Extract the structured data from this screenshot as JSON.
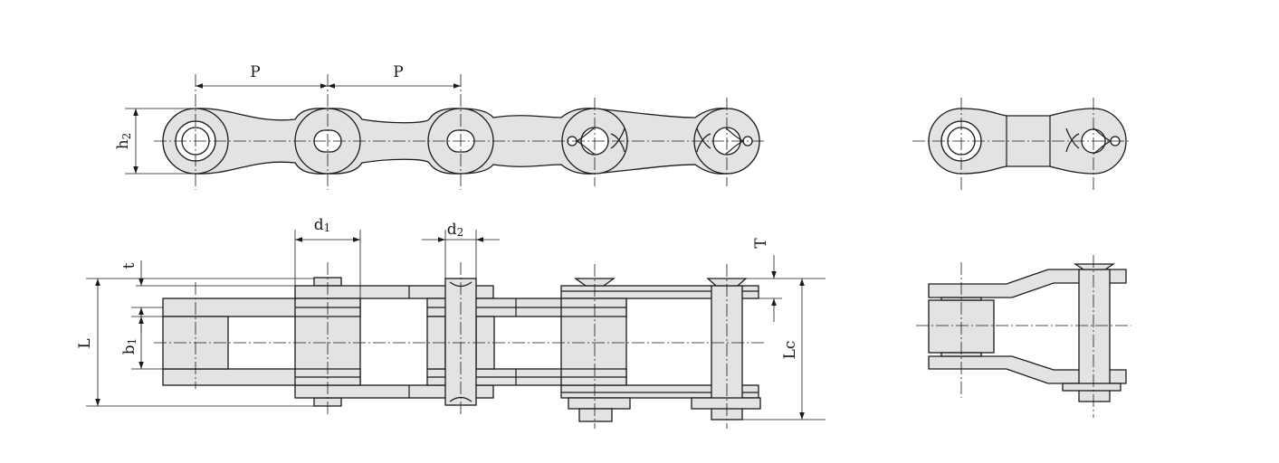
{
  "labels": {
    "pitch_1": "P",
    "pitch_2": "P",
    "plate_height": {
      "base": "h",
      "sub": "2"
    },
    "roller_dia": {
      "base": "d",
      "sub": "1"
    },
    "pin_dia": {
      "base": "d",
      "sub": "2"
    },
    "offset_T": "T",
    "plate_t": "t",
    "overall_L": "L",
    "inner_width": {
      "base": "b",
      "sub": "1"
    },
    "overall_Lc": "Lc"
  },
  "colors": {
    "part_fill": "#e3e3e3",
    "line": "#1a1a1a",
    "background": "#ffffff"
  },
  "icons": {
    "arrowhead": "dimension-arrow"
  }
}
